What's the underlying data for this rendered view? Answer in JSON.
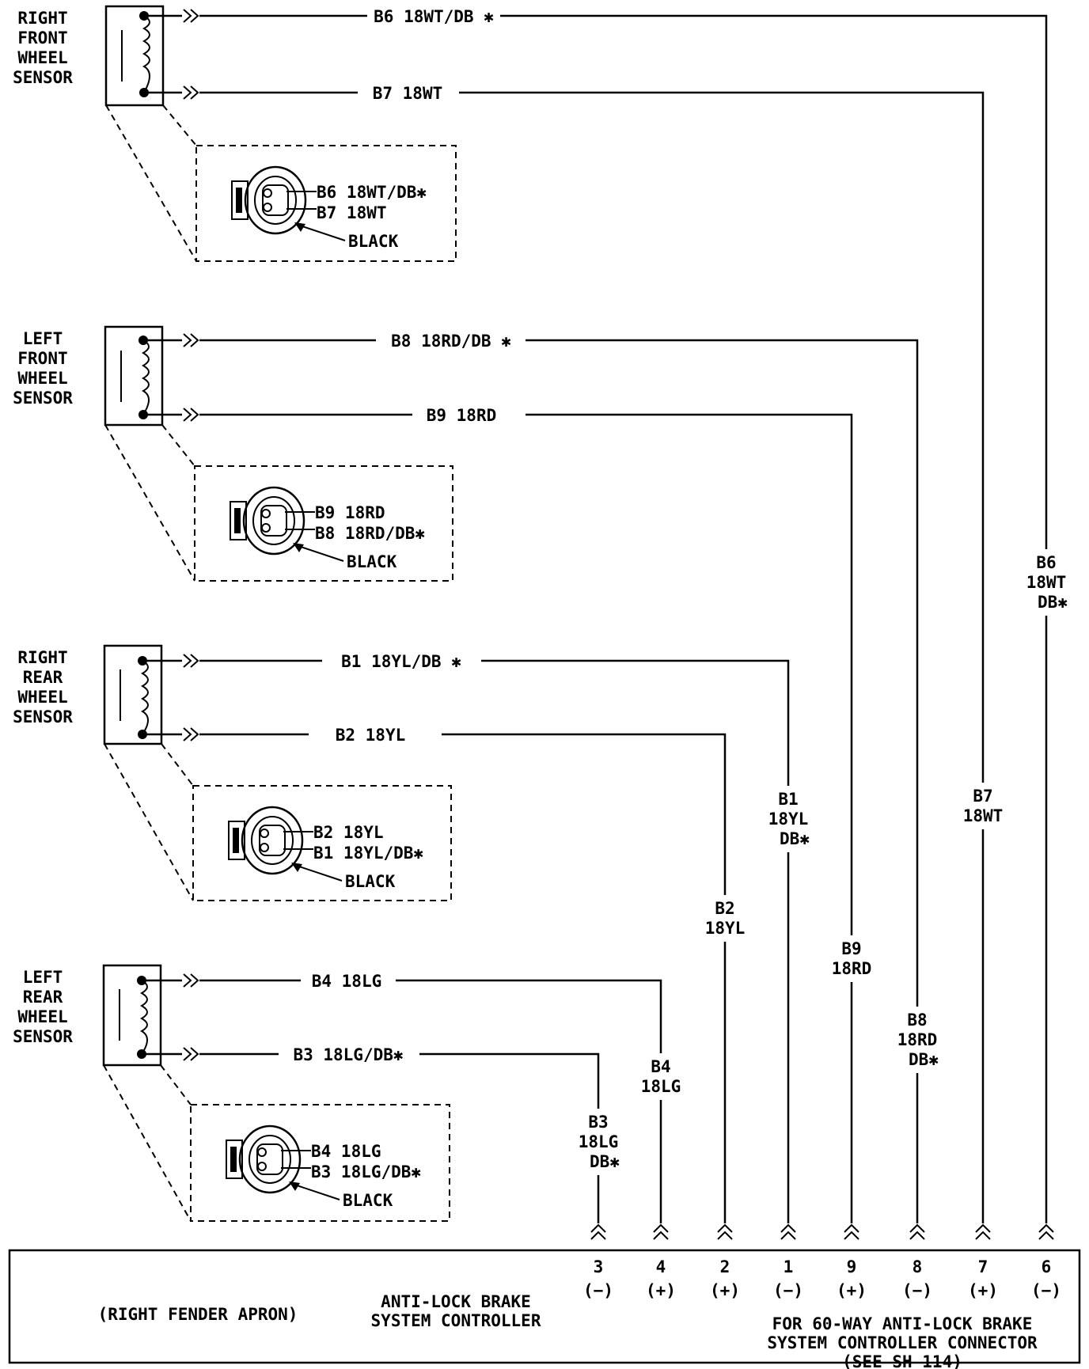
{
  "sensors": [
    {
      "name_lines": [
        "RIGHT",
        "FRONT",
        "WHEEL",
        "SENSOR"
      ],
      "wire_top": "B6  18WT/DB ✱",
      "wire_bottom": "B7  18WT",
      "conn_lines": [
        "B6  18WT/DB✱",
        "B7  18WT"
      ],
      "conn_color": "BLACK"
    },
    {
      "name_lines": [
        "LEFT",
        "FRONT",
        "WHEEL",
        "SENSOR"
      ],
      "wire_top": "B8  18RD/DB ✱",
      "wire_bottom": "B9  18RD",
      "conn_lines": [
        "B9  18RD",
        "B8  18RD/DB✱"
      ],
      "conn_color": "BLACK"
    },
    {
      "name_lines": [
        "RIGHT",
        "REAR",
        "WHEEL",
        "SENSOR"
      ],
      "wire_top": "B1  18YL/DB ✱",
      "wire_bottom": "B2  18YL",
      "conn_lines": [
        "B2  18YL",
        "B1  18YL/DB✱"
      ],
      "conn_color": "BLACK"
    },
    {
      "name_lines": [
        "LEFT",
        "REAR",
        "WHEEL",
        "SENSOR"
      ],
      "wire_top": "B4  18LG",
      "wire_bottom": "B3  18LG/DB✱",
      "conn_lines": [
        "B4  18LG",
        "B3  18LG/DB✱"
      ],
      "conn_color": "BLACK"
    }
  ],
  "vertical_wires": [
    {
      "lines": [
        "B3",
        "18LG",
        "DB✱"
      ],
      "pin": "3",
      "polarity": "(−)"
    },
    {
      "lines": [
        "B4",
        "18LG"
      ],
      "pin": "4",
      "polarity": "(+)"
    },
    {
      "lines": [
        "B2",
        "18YL"
      ],
      "pin": "2",
      "polarity": "(+)"
    },
    {
      "lines": [
        "B1",
        "18YL",
        "DB✱"
      ],
      "pin": "1",
      "polarity": "(−)"
    },
    {
      "lines": [
        "B9",
        "18RD"
      ],
      "pin": "9",
      "polarity": "(+)"
    },
    {
      "lines": [
        "B8",
        "18RD",
        "DB✱"
      ],
      "pin": "8",
      "polarity": "(−)"
    },
    {
      "lines": [
        "B7",
        "18WT"
      ],
      "pin": "7",
      "polarity": "(+)"
    },
    {
      "lines": [
        "B6",
        "18WT",
        "DB✱"
      ],
      "pin": "6",
      "polarity": "(−)"
    }
  ],
  "controller": {
    "location": "(RIGHT FENDER APRON)",
    "name_lines": [
      "ANTI-LOCK BRAKE",
      "SYSTEM CONTROLLER"
    ],
    "connector_lines": [
      "FOR 60-WAY ANTI-LOCK BRAKE",
      "SYSTEM CONTROLLER CONNECTOR",
      "(SEE SH 114)"
    ]
  }
}
